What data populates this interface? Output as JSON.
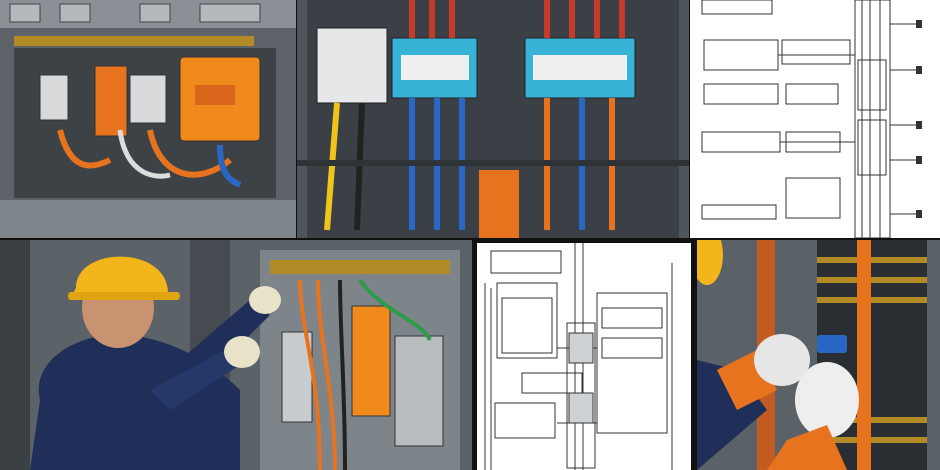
{
  "collage": {
    "tiles": [
      {
        "name": "electrical-panel-contactors-photo",
        "caption": ""
      },
      {
        "name": "circuit-breaker-cabinet-photo",
        "caption": ""
      },
      {
        "name": "wiring-schematic-right",
        "caption": ""
      },
      {
        "name": "electrician-wiring-panel-photo",
        "caption": ""
      },
      {
        "name": "wiring-schematic-center",
        "caption": ""
      },
      {
        "name": "electrician-gloved-hands-photo",
        "caption": ""
      }
    ],
    "colors": {
      "cabinet_gray": "#6f767c",
      "wire_orange": "#e8731f",
      "wire_blue": "#2a66c4",
      "wire_red": "#c63a2a",
      "helmet_yellow": "#f2b51a",
      "uniform_navy": "#1f2f5a",
      "paper_white": "#ffffff"
    }
  }
}
